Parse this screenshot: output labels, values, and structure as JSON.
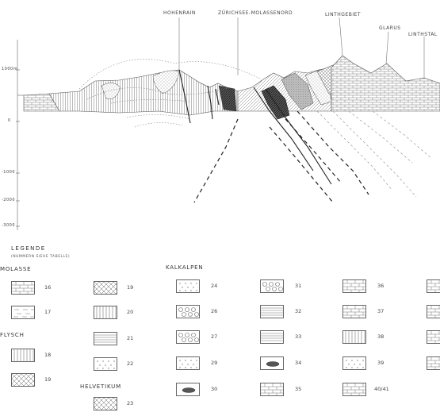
{
  "section_labels": {
    "top_1": "HOHENRAIN",
    "top_2": "ZÜRICHSEE-MOLASSENORD",
    "top_3": "LINTHGEBIET",
    "top_4": "GLARUS",
    "top_5": "LINTHSTAL"
  },
  "axis_ticks": [
    "1000m",
    "0",
    "-1000",
    "-2000",
    "-3000"
  ],
  "legend": {
    "title": "LEGENDE",
    "subtitle": "(NUMMERN SIEHE TABELLE)",
    "groups": {
      "molasse": "MOLASSE",
      "flysch": "FLYSCH",
      "helvetikum": "HELVETIKUM",
      "kalkalpen": "KALKALPEN"
    },
    "items": [
      {
        "num": "16",
        "pattern": "brick"
      },
      {
        "num": "17",
        "pattern": "dash"
      },
      {
        "num": "18",
        "pattern": "vert"
      },
      {
        "num": "19",
        "pattern": "cross"
      },
      {
        "num": "19",
        "pattern": "cross"
      },
      {
        "num": "20",
        "pattern": "vert"
      },
      {
        "num": "21",
        "pattern": "horiz"
      },
      {
        "num": "22",
        "pattern": "dots"
      },
      {
        "num": "23",
        "pattern": "cross"
      },
      {
        "num": "24",
        "pattern": "dots"
      },
      {
        "num": "26",
        "pattern": "circles"
      },
      {
        "num": "27",
        "pattern": "circles"
      },
      {
        "num": "29",
        "pattern": "dots"
      },
      {
        "num": "30",
        "pattern": "lens"
      },
      {
        "num": "31",
        "pattern": "circles"
      },
      {
        "num": "32",
        "pattern": "horiz"
      },
      {
        "num": "33",
        "pattern": "horiz"
      },
      {
        "num": "34",
        "pattern": "lens"
      },
      {
        "num": "35",
        "pattern": "brick"
      },
      {
        "num": "36",
        "pattern": "brick"
      },
      {
        "num": "37",
        "pattern": "brick"
      },
      {
        "num": "38",
        "pattern": "vert"
      },
      {
        "num": "39",
        "pattern": "dots"
      },
      {
        "num": "40/41",
        "pattern": "brick"
      }
    ]
  },
  "colors": {
    "line": "#444444",
    "hatch": "#777777",
    "fault": "#222222"
  }
}
